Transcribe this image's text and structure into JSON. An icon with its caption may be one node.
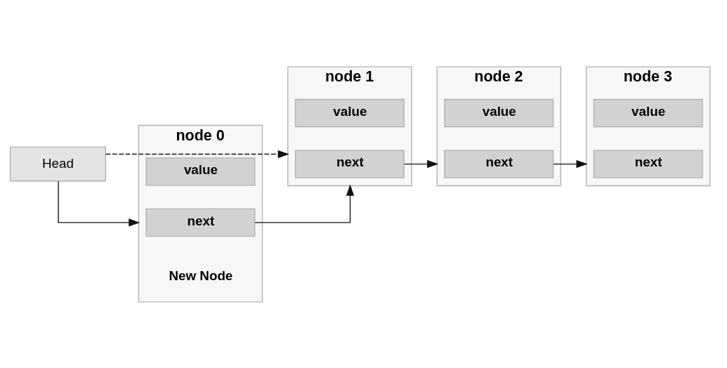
{
  "diagram": {
    "nodes": [
      {
        "text": [
          "Head"
        ]
      },
      {
        "text": [
          "node 1"
        ]
      },
      {
        "text": [
          "value"
        ],
        "in": 1
      },
      {
        "text": [
          "next"
        ],
        "in": 1
      },
      {
        "text": [
          "node 2"
        ]
      },
      {
        "text": [
          "value"
        ],
        "in": 4
      },
      {
        "text": [
          "next"
        ],
        "in": 4
      },
      {
        "text": [
          "node 3"
        ]
      },
      {
        "text": [
          "value"
        ],
        "in": 7
      },
      {
        "text": [
          "next"
        ],
        "in": 7
      },
      {
        "text": [
          "node 0"
        ],
        "beside": [
          "New Node"
        ]
      },
      {
        "text": [
          "value"
        ],
        "in": 10
      },
      {
        "text": [
          "next"
        ],
        "in": 10
      }
    ],
    "edges": [
      {
        "from": 0,
        "to": 1,
        "arrow": "to",
        "style": "dashed"
      },
      {
        "from": 0,
        "to": 10,
        "arrow": "to"
      },
      {
        "from": 12,
        "to": 1,
        "arrow": "to"
      },
      {
        "from": 3,
        "to": 4,
        "arrow": "to"
      },
      {
        "from": 6,
        "to": 7,
        "arrow": "to"
      }
    ]
  }
}
